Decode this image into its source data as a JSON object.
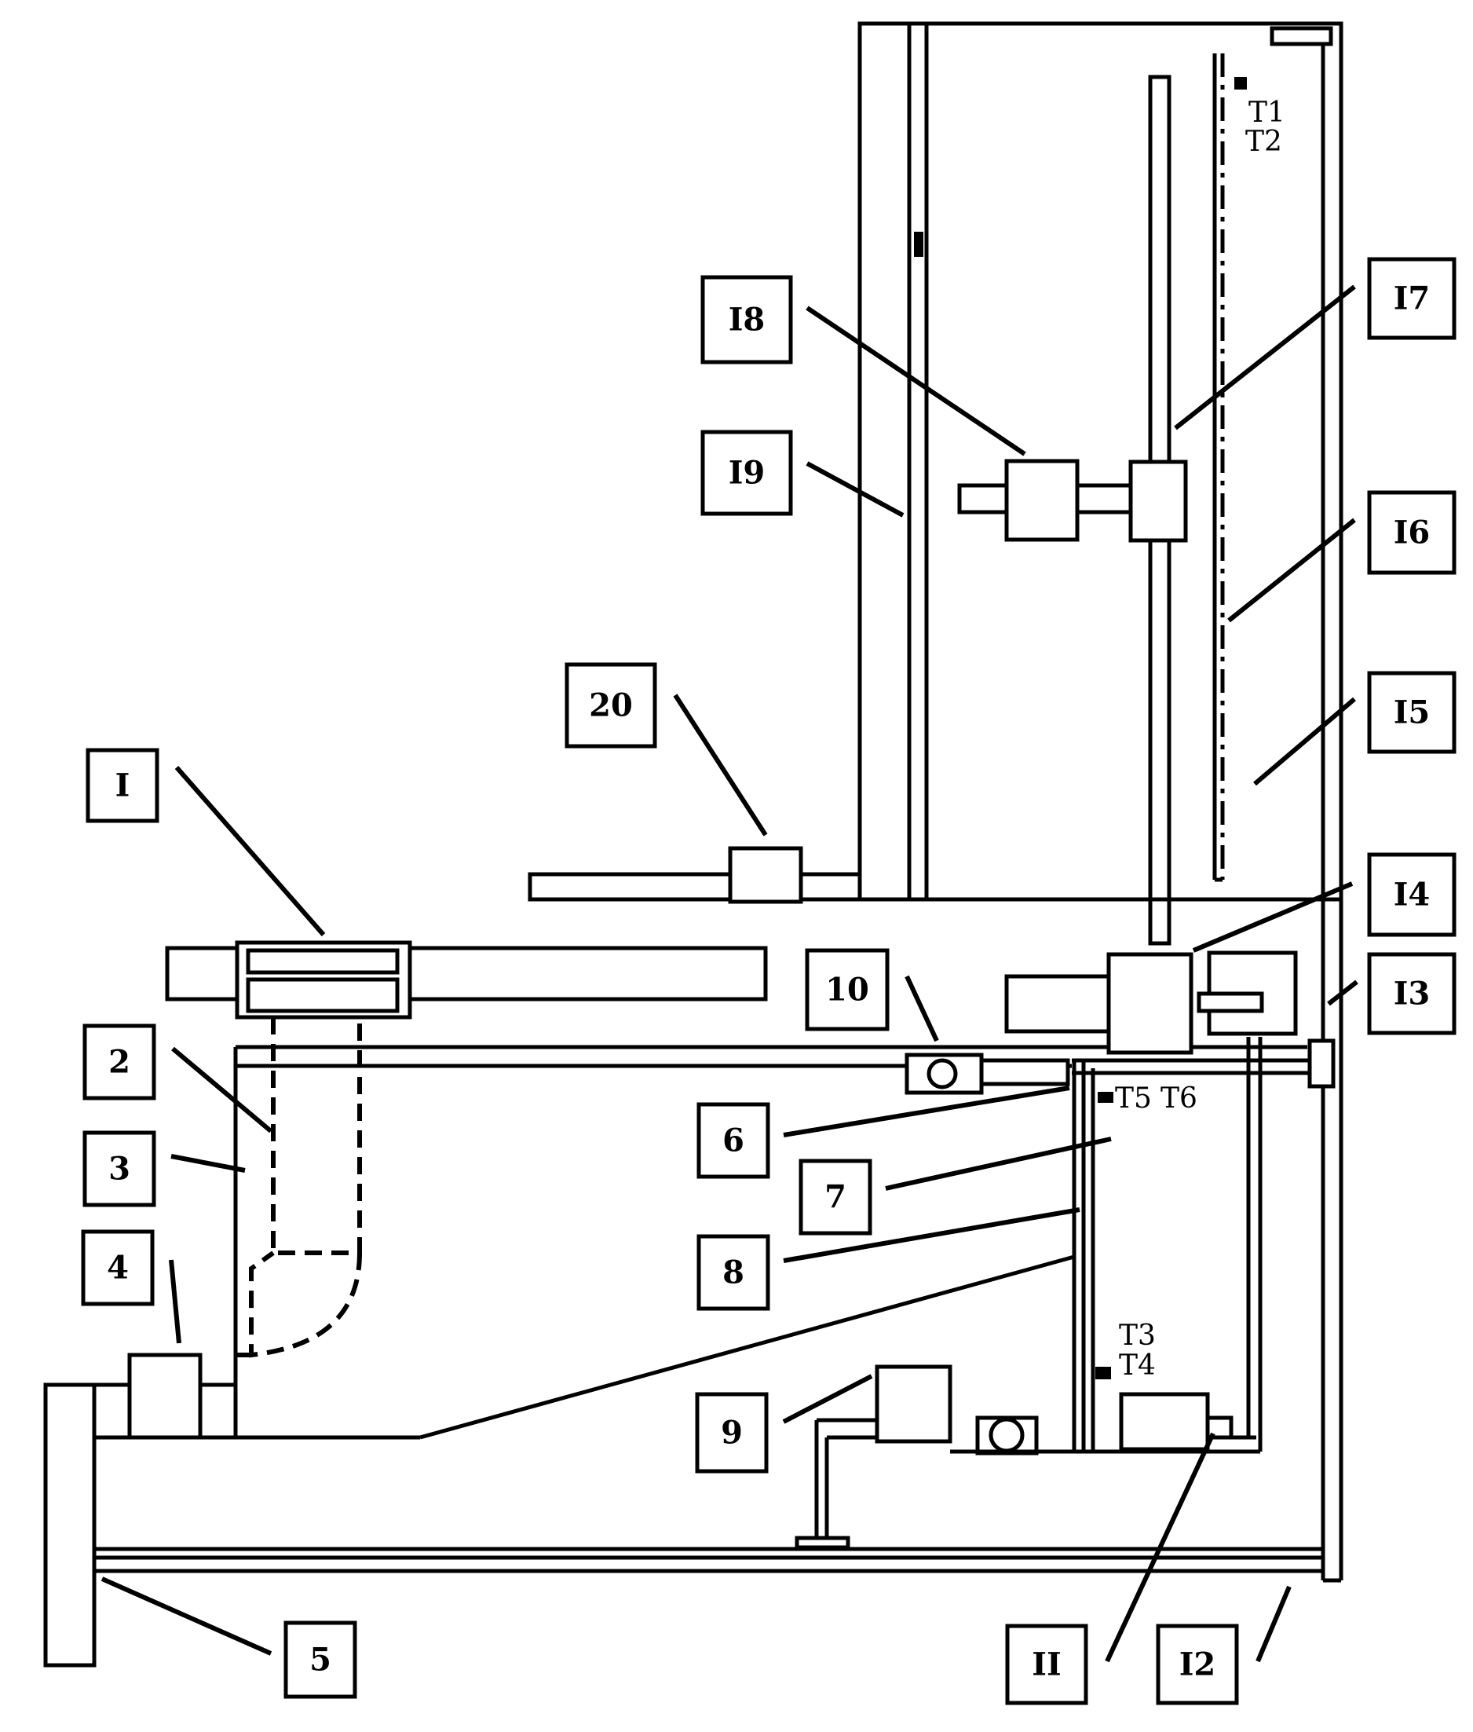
{
  "labels": {
    "l1": "I",
    "l2": "2",
    "l3": "3",
    "l4": "4",
    "l5": "5",
    "l6": "6",
    "l7": "7",
    "l8": "8",
    "l9": "9",
    "l10": "10",
    "l11": "II",
    "l12": "I2",
    "l13": "I3",
    "l14": "I4",
    "l15": "I5",
    "l16": "I6",
    "l17": "I7",
    "l18": "I8",
    "l19": "I9",
    "l20": "20"
  },
  "sensors": {
    "t1": "T1",
    "t2": "T2",
    "t3": "T3",
    "t4": "T4",
    "t5": "T5",
    "t6": "T6"
  }
}
